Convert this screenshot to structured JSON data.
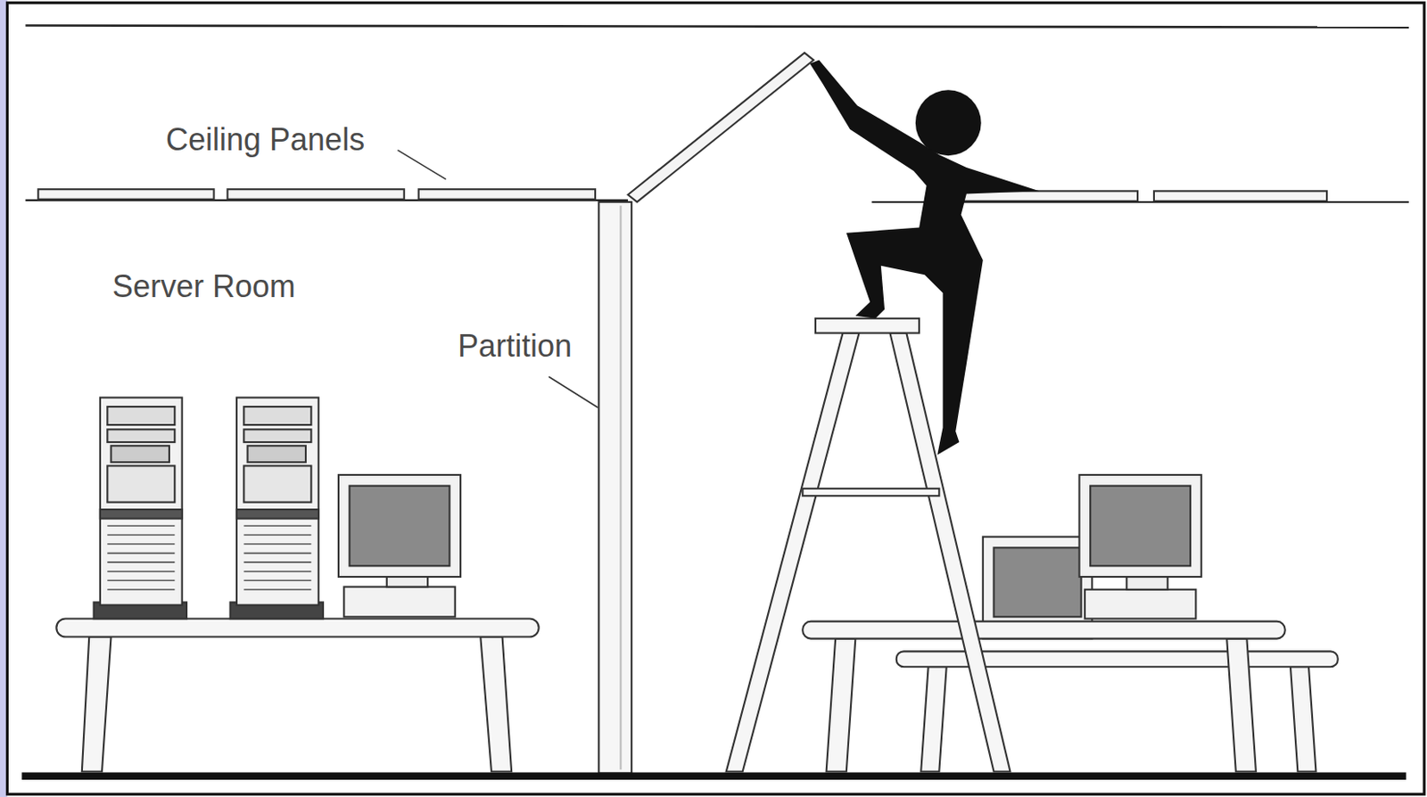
{
  "diagram": {
    "labels": [
      "Ceiling Panels",
      "Server Room",
      "Partition"
    ]
  }
}
